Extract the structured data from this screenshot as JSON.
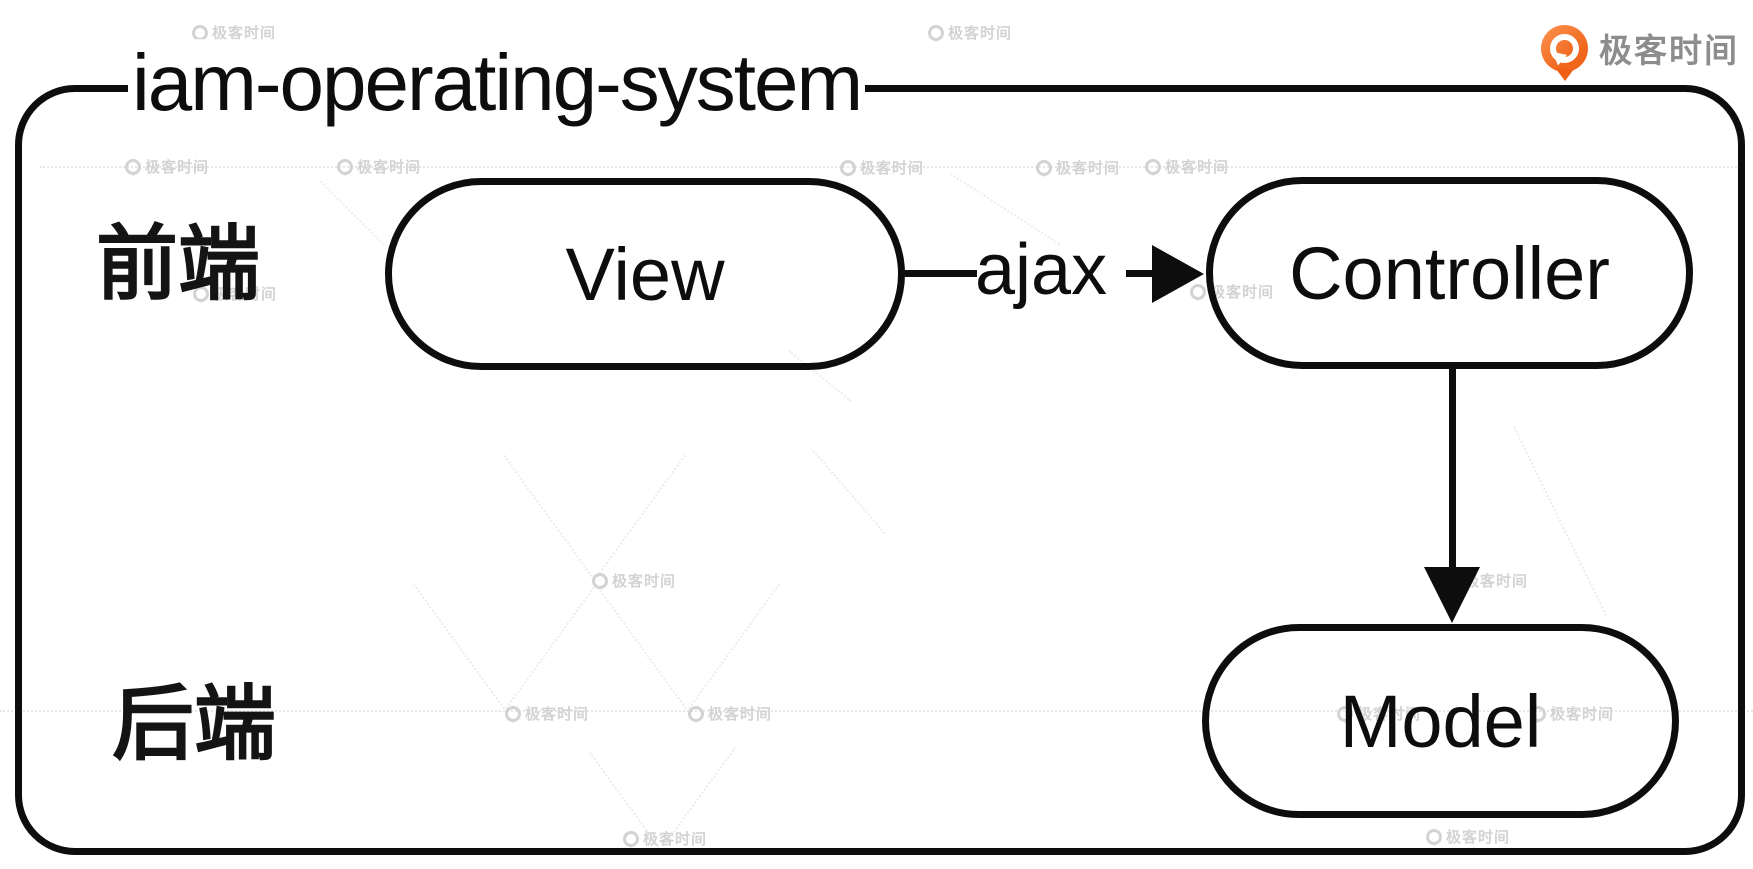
{
  "header": {
    "brand_name": "极客时间"
  },
  "diagram": {
    "title": "iam-operating-system",
    "frontend_label": "前端",
    "backend_label": "后端",
    "nodes": [
      {
        "id": "view",
        "label": "View",
        "tier": "frontend"
      },
      {
        "id": "controller",
        "label": "Controller",
        "tier": "frontend"
      },
      {
        "id": "model",
        "label": "Model",
        "tier": "backend"
      }
    ],
    "edges": [
      {
        "from": "view",
        "to": "controller",
        "label": "ajax",
        "direction": "right"
      },
      {
        "from": "controller",
        "to": "model",
        "label": "",
        "direction": "down"
      }
    ]
  },
  "watermark": {
    "text": "极客时间"
  },
  "colors": {
    "stroke": "#0d0d0d",
    "brand_orange": "#f1661d",
    "brand_text_gray": "#8d8d8d",
    "watermark_gray": "#d3d3d3"
  }
}
